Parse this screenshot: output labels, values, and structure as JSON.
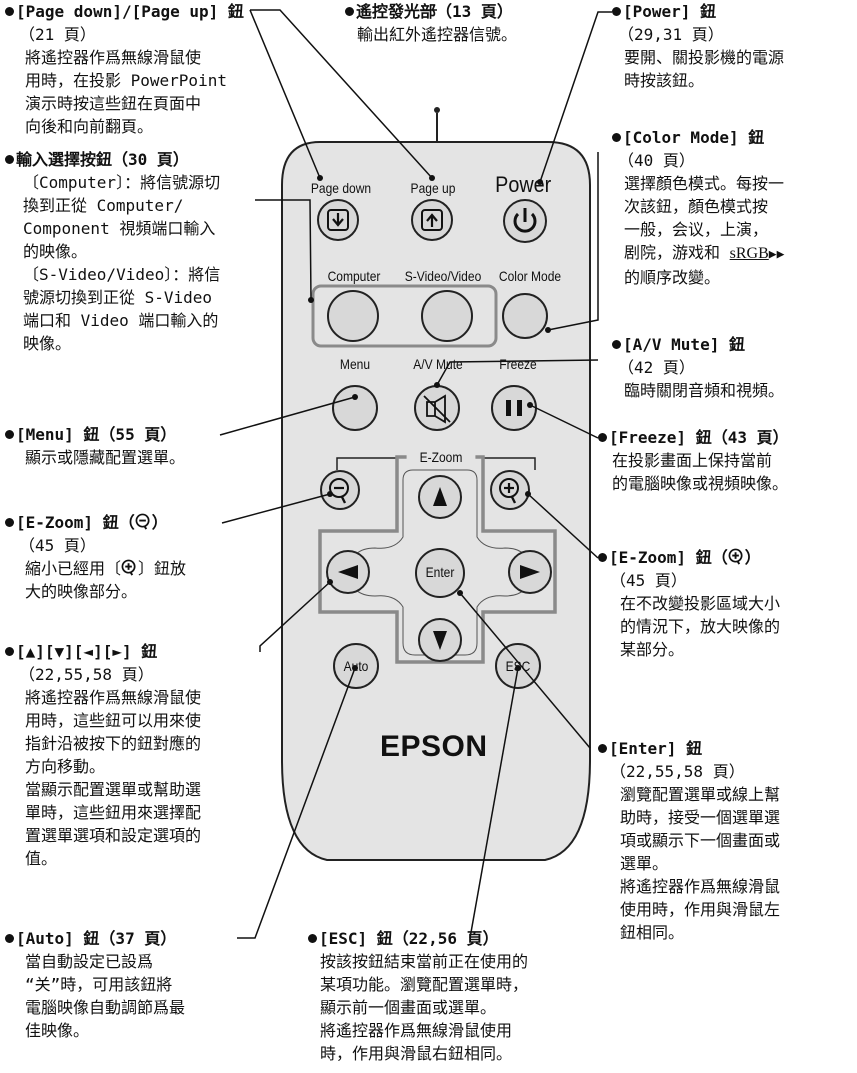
{
  "remote": {
    "labels": {
      "page_down": "Page down",
      "page_up": "Page up",
      "power": "Power",
      "computer": "Computer",
      "svideo": "S-Video/Video",
      "color_mode": "Color Mode",
      "menu": "Menu",
      "av_mute": "A/V Mute",
      "freeze": "Freeze",
      "ezoom": "E-Zoom",
      "enter": "Enter",
      "auto": "Auto",
      "esc": "ESC",
      "brand": "EPSON"
    }
  },
  "annotations": {
    "page_updown": {
      "title": "[Page down]/[Page up] 鈕",
      "ref": "（21 頁）",
      "lines": [
        "將遙控器作爲無線滑鼠使",
        "用時，在投影 PowerPoint",
        "演示時按這些鈕在頁面中",
        "向後和向前翻頁。"
      ]
    },
    "ir": {
      "title": "遙控發光部（13 頁）",
      "lines": [
        "輸出紅外遙控器信號。"
      ]
    },
    "power": {
      "title": "[Power] 鈕",
      "ref": "（29,31 頁）",
      "lines": [
        "要開、關投影機的電源",
        "時按該鈕。"
      ]
    },
    "input_select": {
      "title": "輸入選擇按鈕（30 頁）",
      "lines": [
        "〔Computer〕：將信號源切",
        "換到正從 Computer/",
        "Component 視頻端口輸入",
        "的映像。",
        "〔S-Video/Video〕：將信",
        "號源切換到正從 S-Video",
        "端口和 Video 端口輸入的",
        "映像。"
      ]
    },
    "color_mode": {
      "title": "[Color Mode] 鈕",
      "ref": "（40 頁）",
      "lines": [
        "選擇顏色模式。每按一",
        "次該鈕，顏色模式按",
        "一般，会议，上演，",
        "剧院，游戏和 ",
        "的順序改變。"
      ],
      "link": "sRGB",
      "arrow": "▶▶"
    },
    "av_mute": {
      "title": "[A/V Mute] 鈕",
      "ref": "（42 頁）",
      "lines": [
        "臨時關閉音頻和視頻。"
      ]
    },
    "menu": {
      "title": "[Menu] 鈕（55 頁）",
      "lines": [
        "顯示或隱藏配置選單。"
      ]
    },
    "freeze": {
      "title": "[Freeze] 鈕（43 頁）",
      "lines": [
        "在投影畫面上保持當前",
        "的電腦映像或視頻映像。"
      ]
    },
    "ezoom_minus": {
      "title": "[E-Zoom] 鈕（",
      "title_end": "）",
      "ref": "（45 頁）",
      "lines": [
        "縮小已經用〔",
        "〕鈕放",
        "大的映像部分。"
      ]
    },
    "ezoom_plus": {
      "title": "[E-Zoom] 鈕（",
      "title_end": "）",
      "ref": "（45 頁）",
      "lines": [
        "在不改變投影區域大小",
        "的情況下，放大映像的",
        "某部分。"
      ]
    },
    "arrows": {
      "title": "[▲][▼][◄][►] 鈕",
      "ref": "（22,55,58 頁）",
      "lines": [
        "將遙控器作爲無線滑鼠使",
        "用時，這些鈕可以用來使",
        "指針沿被按下的鈕對應的",
        "方向移動。",
        "當顯示配置選單或幫助選",
        "單時，這些鈕用來選擇配",
        "置選單選項和設定選項的",
        "值。"
      ]
    },
    "enter": {
      "title": "[Enter] 鈕",
      "ref": "（22,55,58 頁）",
      "lines": [
        "瀏覽配置選單或線上幫",
        "助時，接受一個選單選",
        "項或顯示下一個畫面或",
        "選單。",
        "將遙控器作爲無線滑鼠",
        "使用時，作用與滑鼠左",
        "鈕相同。"
      ]
    },
    "auto": {
      "title": "[Auto] 鈕（37 頁）",
      "lines": [
        "當自動設定已設爲",
        "“关”時，可用該鈕將",
        "電腦映像自動調節爲最",
        "佳映像。"
      ]
    },
    "esc": {
      "title": "[ESC] 鈕（22,56 頁）",
      "lines": [
        "按該按鈕結束當前正在使用的",
        "某項功能。瀏覽配置選單時，",
        "顯示前一個畫面或選單。",
        "將遙控器作爲無線滑鼠使用",
        "時，作用與滑鼠右鈕相同。"
      ]
    }
  }
}
